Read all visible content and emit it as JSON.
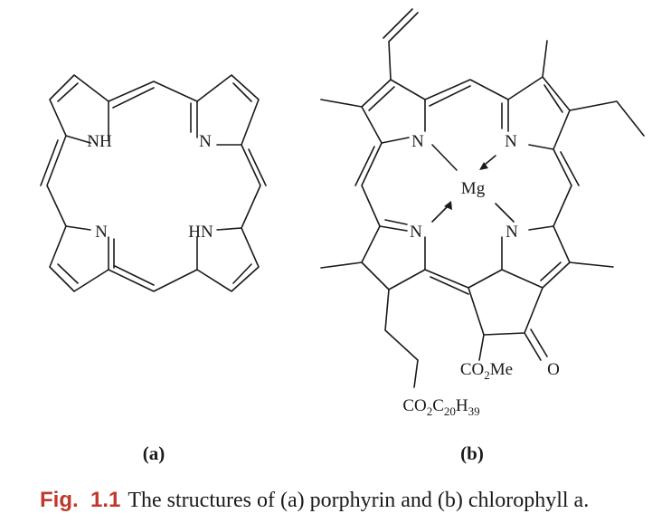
{
  "atoms_a": {
    "nh": "NH",
    "n_right": "N",
    "n_left": "N",
    "hn": "HN"
  },
  "atoms_b": {
    "n_tl": "N",
    "n_tr": "N",
    "n_bl": "N",
    "n_br": "N",
    "mg": "Mg",
    "o": "O",
    "ester": {
      "co": "CO",
      "sub2": "2",
      "me": "Me"
    },
    "phytyl": {
      "co": "CO",
      "sub2": "2",
      "c": "C",
      "sub20": "20",
      "h": "H",
      "sub39": "39"
    }
  },
  "labels": {
    "a": "(a)",
    "b": "(b)"
  },
  "caption": {
    "tag": "Fig.  1.1",
    "text": "The structures of (a) porphyrin and (b) chlorophyll a."
  },
  "colors": {
    "caption_tag": "#c0392b",
    "ink": "#1a1a1a"
  }
}
